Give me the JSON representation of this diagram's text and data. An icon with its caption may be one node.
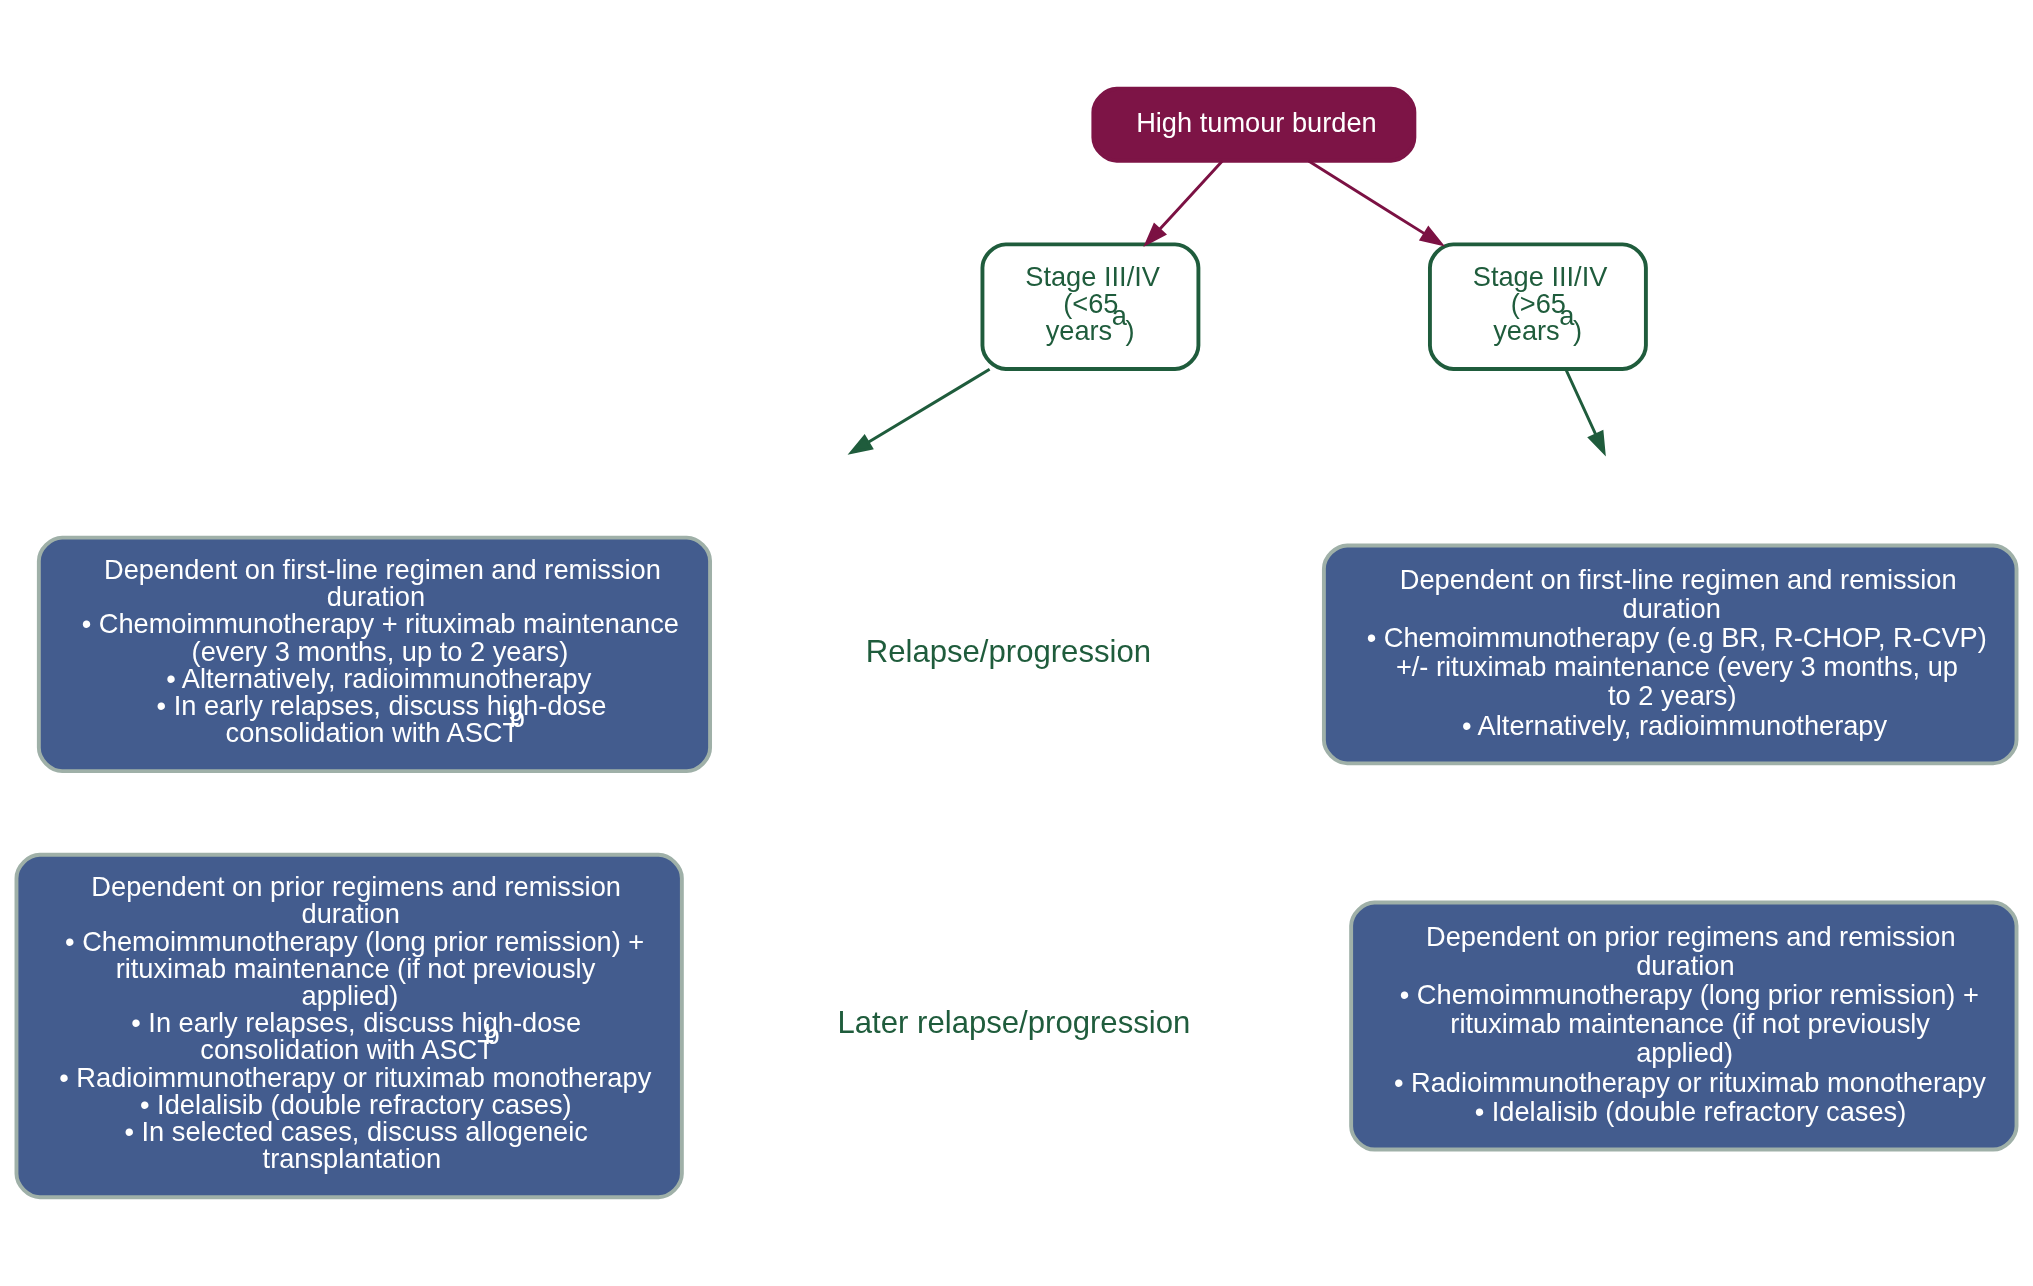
{
  "diagram": {
    "nodes": [
      {
        "text": [
          "High tumour burden"
        ]
      },
      {
        "text": [
          "Stage III/IV (<65 years$^{a}$)"
        ]
      },
      {
        "text": [
          "Stage III/IV (>65 years$^{a}$)"
        ]
      },
      {
        "text": [
          "Dependent on first-line regimen and remission duration",
          "• Chemoimmunotherapy + rituximab maintenance (every 3 months, up to 2 years)",
          "• Alternatively, radioimmunotherapy",
          "• In early relapses, discuss high-dose consolidation with ASCT$^{b}$"
        ]
      },
      {
        "text": [
          "Dependent on first-line regimen and remission duration",
          "• Chemoimmunotherapy (e.g BR, R-CHOP, R-CVP) +/- rituximab maintenance (every 3 months, up to 2 years)",
          "• Alternatively, radioimmunotherapy"
        ]
      },
      {
        "text": [
          "Dependent on prior regimens and remission duration",
          "• Chemoimmunotherapy (long prior remission) + rituximab maintenance (if not previously applied)",
          "• In early relapses, discuss high-dose consolidation with ASCT$^{b}$",
          "• Radioimmunotherapy or rituximab monotherapy",
          "• Idelalisib (double refractory cases)",
          "• In selected cases, discuss allogeneic transplantation"
        ]
      },
      {
        "text": [
          "Dependent on prior regimens and remission duration",
          "• Chemoimmunotherapy (long prior remission) + rituximab maintenance (if not previously applied)",
          "• Radioimmunotherapy or rituximab monotherapy",
          "• Idelalisib (double refractory cases)"
        ]
      }
    ],
    "edges": [
      {
        "from": 0,
        "to": 1,
        "arrow": "to",
        "color": "#7b1143"
      },
      {
        "from": 0,
        "to": 2,
        "arrow": "to",
        "color": "#7b1143"
      },
      {
        "from": 1,
        "to": null,
        "arrow": "to",
        "color": "#1f5c3c"
      },
      {
        "from": 2,
        "to": null,
        "arrow": "to",
        "color": "#1f5c3c"
      }
    ],
    "labels": [
      "Relapse/progression",
      "Later relapse/progression"
    ]
  }
}
